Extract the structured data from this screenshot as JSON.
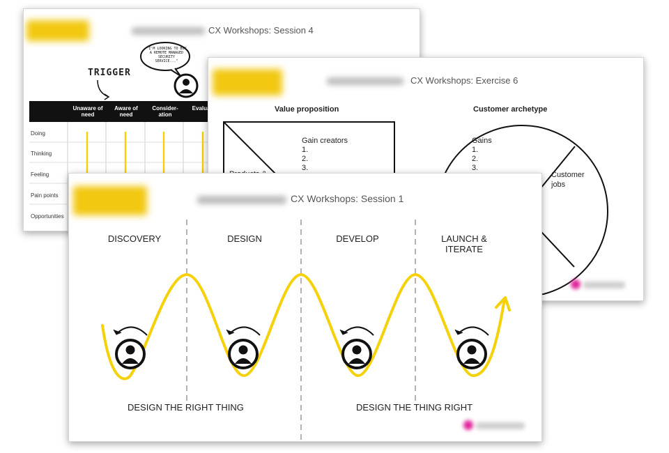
{
  "session4": {
    "title": "CX Workshops: Session 4",
    "trigger_label": "TRIGGER",
    "speech_text": "\"I'M LOOKING TO BUY A REMOTE MANAGED SECURITY SERVICE...\"",
    "columns": [
      "Unaware of need",
      "Aware of need",
      "Consider-ation",
      "Evaluati"
    ],
    "rows": [
      "Doing",
      "Thinking",
      "Feeling",
      "Pain points",
      "Opportunities"
    ]
  },
  "exercise6": {
    "title": "CX Workshops: Exercise 6",
    "value_heading": "Value proposition",
    "archetype_heading": "Customer archetype",
    "gain_creators": "Gain creators",
    "gain_items": [
      "1.",
      "2.",
      "3."
    ],
    "products_partial": "Products &",
    "gains": "Gains",
    "gains_items": [
      "1.",
      "2.",
      "3."
    ],
    "customer_jobs_line1": "Customer",
    "customer_jobs_line2": "jobs"
  },
  "session1": {
    "title": "CX Workshops: Session 1",
    "phases": [
      {
        "line1": "DISCOVERY",
        "line2": ""
      },
      {
        "line1": "DESIGN",
        "line2": ""
      },
      {
        "line1": "DEVELOP",
        "line2": ""
      },
      {
        "line1": "LAUNCH &",
        "line2": "ITERATE"
      }
    ],
    "bottom_left": "DESIGN THE RIGHT THING",
    "bottom_right": "DESIGN THE THING RIGHT"
  },
  "colors": {
    "accent_yellow": "#f5d10a",
    "brand_pink": "#e0249a"
  }
}
